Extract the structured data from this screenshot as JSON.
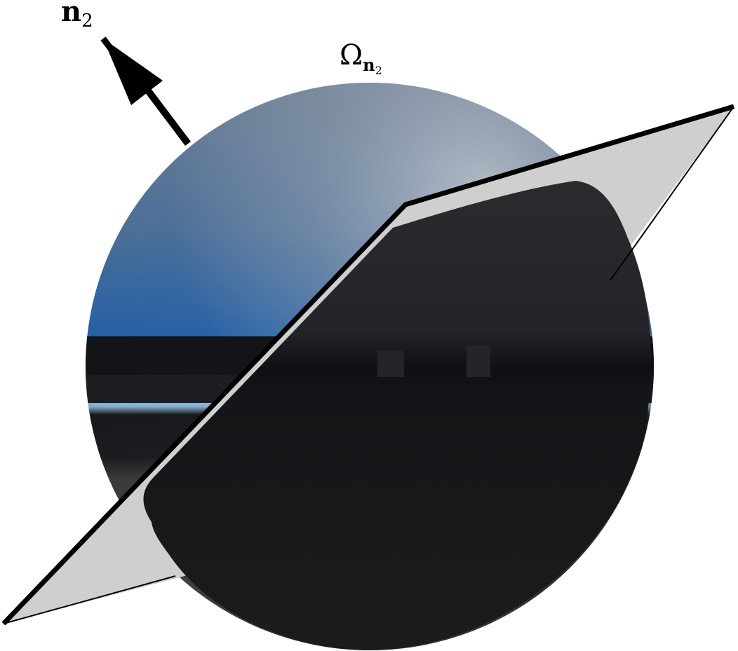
{
  "figure": {
    "normal_label": {
      "base": "n",
      "subscript": "2"
    },
    "region_label": {
      "symbol": "Ω",
      "subscript_base": "n",
      "subscript_index": "2"
    },
    "colors": {
      "sky_deep_blue": "#1a5aa6",
      "sky_horizon_blue": "#4fa0e6",
      "sky_gray": "#8c98a8",
      "ground_dark": "#15161a",
      "ground_gray": "#5a5a5a",
      "shadow_black": "#1c1c1e",
      "plane_fill": "#cfcfcf",
      "outline": "#000000"
    }
  }
}
